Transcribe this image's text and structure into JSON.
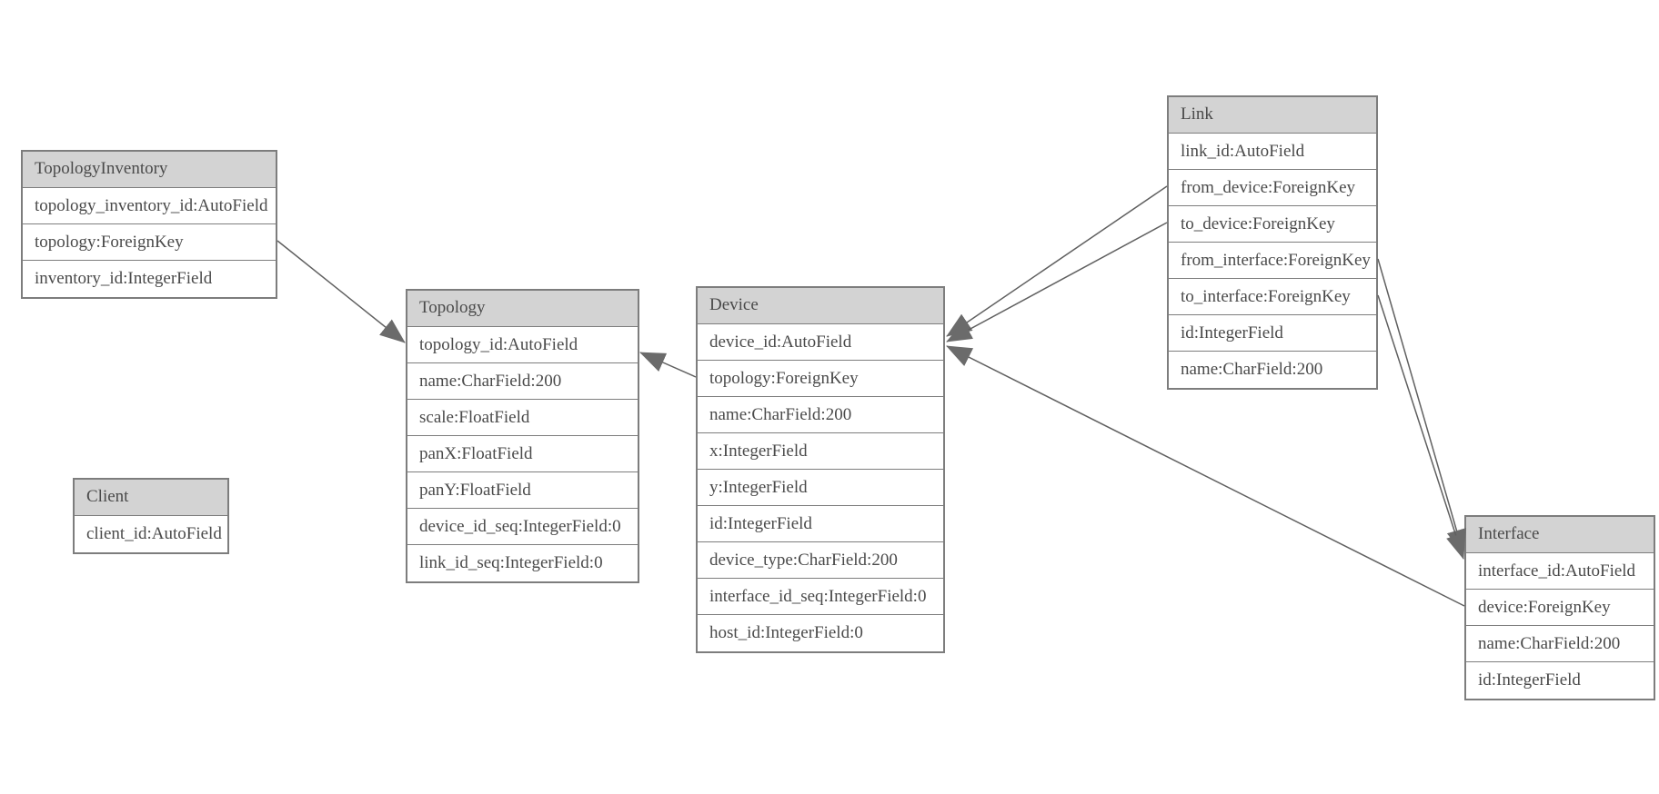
{
  "diagram": {
    "kind": "database-model-diagram",
    "colors": {
      "header_fill": "#d3d3d3",
      "row_fill": "#ffffff",
      "border": "#7d7d7d",
      "text": "#4a4a4a",
      "connector": "#606060",
      "arrowhead": "#6b6b6b"
    },
    "tables": [
      {
        "name": "TopologyInventory",
        "fields": [
          "topology_inventory_id:AutoField",
          "topology:ForeignKey",
          "inventory_id:IntegerField"
        ]
      },
      {
        "name": "Topology",
        "fields": [
          "topology_id:AutoField",
          "name:CharField:200",
          "scale:FloatField",
          "panX:FloatField",
          "panY:FloatField",
          "device_id_seq:IntegerField:0",
          "link_id_seq:IntegerField:0"
        ]
      },
      {
        "name": "Client",
        "fields": [
          "client_id:AutoField"
        ]
      },
      {
        "name": "Device",
        "fields": [
          "device_id:AutoField",
          "topology:ForeignKey",
          "name:CharField:200",
          "x:IntegerField",
          "y:IntegerField",
          "id:IntegerField",
          "device_type:CharField:200",
          "interface_id_seq:IntegerField:0",
          "host_id:IntegerField:0"
        ]
      },
      {
        "name": "Link",
        "fields": [
          "link_id:AutoField",
          "from_device:ForeignKey",
          "to_device:ForeignKey",
          "from_interface:ForeignKey",
          "to_interface:ForeignKey",
          "id:IntegerField",
          "name:CharField:200"
        ]
      },
      {
        "name": "Interface",
        "fields": [
          "interface_id:AutoField",
          "device:ForeignKey",
          "name:CharField:200",
          "id:IntegerField"
        ]
      }
    ],
    "connections": [
      {
        "from": "TopologyInventory.topology",
        "to": "Topology"
      },
      {
        "from": "Device.topology",
        "to": "Topology"
      },
      {
        "from": "Link.from_device",
        "to": "Device"
      },
      {
        "from": "Link.to_device",
        "to": "Device"
      },
      {
        "from": "Interface.device",
        "to": "Device"
      },
      {
        "from": "Link.from_interface",
        "to": "Interface"
      },
      {
        "from": "Link.to_interface",
        "to": "Interface"
      }
    ]
  }
}
